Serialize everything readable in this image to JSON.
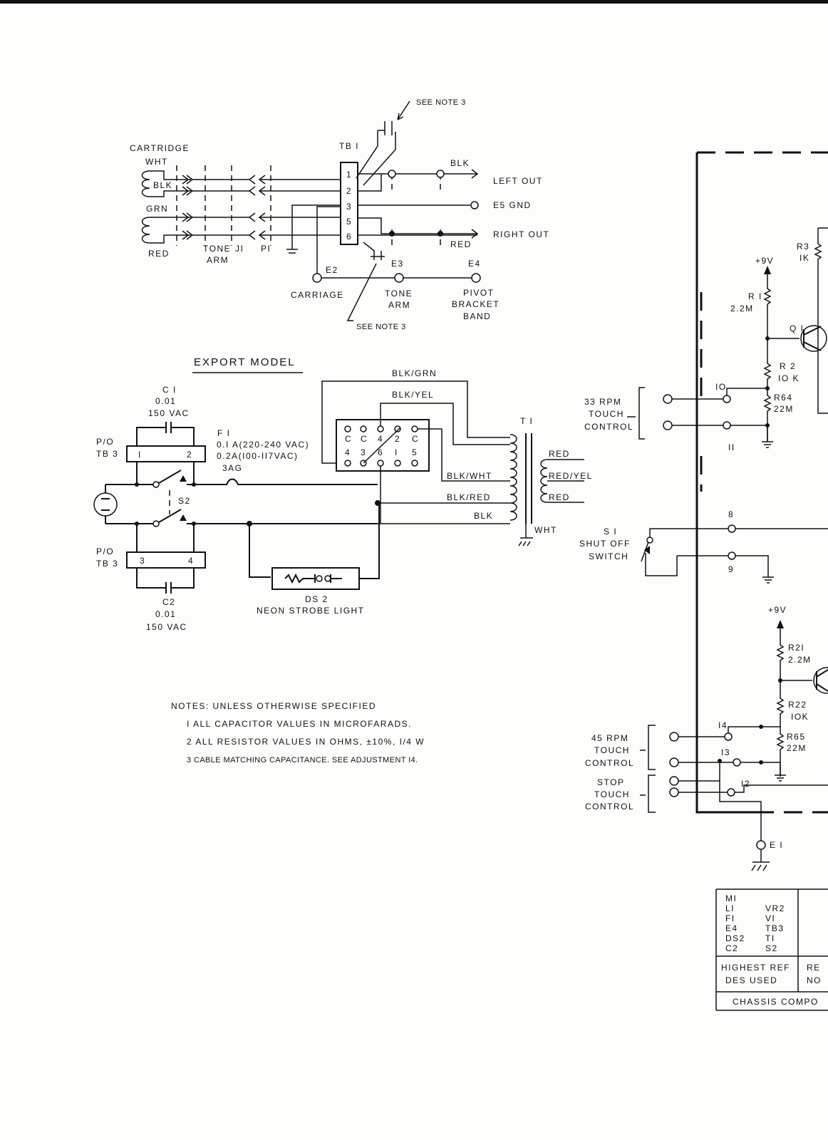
{
  "cartridge": {
    "title": "CARTRIDGE",
    "wht": "WHT",
    "blk": "BLK",
    "grn": "GRN",
    "red": "RED"
  },
  "tone_arm": {
    "label": "TONE",
    "label2": "ARM",
    "j1": "JI",
    "p1": "PI"
  },
  "tb1": {
    "label": "TB I",
    "pins": [
      "1",
      "2",
      "3",
      "5",
      "6"
    ]
  },
  "audio": {
    "blk": "BLK",
    "left_out": "LEFT OUT",
    "e5_gnd": "E5 GND",
    "red": "RED",
    "right_out": "RIGHT OUT",
    "note_top": "SEE NOTE 3",
    "note_bottom": "SEE NOTE 3"
  },
  "ground_points": {
    "e2": "E2",
    "e3": "E3",
    "e4": "E4",
    "carriage": "CARRIAGE",
    "tone": "TONE",
    "arm": "ARM",
    "pivot": "PIVOT",
    "bracket": "BRACKET",
    "band": "BAND"
  },
  "export": {
    "title": "EXPORT MODEL",
    "c1": "C I",
    "c1_val": "0.01",
    "c1_v": "150 VAC",
    "po_tb3_top": "P/O",
    "tb3_top": "TB 3",
    "f1": "F I",
    "f1_a": "0.I A(220-240 VAC)",
    "f1_b": "0.2A(I00-II7VAC)",
    "f1_c": "3AG",
    "tb3_t1": "I",
    "tb3_t2": "2",
    "tb3_t3": "3",
    "tb3_t4": "4",
    "s2": "S2",
    "po_tb3_bot": "P/O",
    "tb3_bot": "TB 3",
    "c2": "C2",
    "c2_val": "0.01",
    "c2_v": "150 VAC",
    "ds2": "DS 2",
    "ds2_name": "NEON STROBE LIGHT",
    "sel_row1": [
      "C",
      "C",
      "4",
      "2",
      "C"
    ],
    "sel_row2": [
      "4",
      "3",
      "6",
      "I",
      "5"
    ],
    "blk_grn": "BLK/GRN",
    "blk_yel": "BLK/YEL",
    "blk_wht": "BLK/WHT",
    "blk_red": "BLK/RED",
    "blk": "BLK",
    "t1": "T I",
    "red": "RED",
    "red_yel": "RED/YEL",
    "red2": "RED",
    "wht": "WHT"
  },
  "notes": {
    "title": "NOTES: UNLESS OTHERWISE SPECIFIED",
    "items": [
      "I  ALL CAPACITOR VALUES IN MICROFARADS.",
      "2  ALL RESISTOR VALUES IN OHMS, ±10%, I/4 W",
      "3  CABLE MATCHING CAPACITANCE. SEE ADJUSTMENT I4."
    ]
  },
  "control": {
    "r3": "R3",
    "r3_val": "IK",
    "p9v_a": "+9V",
    "r1": "R I",
    "r1_val": "2.2M",
    "q1": "Q I",
    "r2": "R 2",
    "r2_val": "IO K",
    "n10": "IO",
    "r64": "R64",
    "r64_val": "22M",
    "n11": "II",
    "rpm33_a": "33 RPM",
    "rpm33_b": "TOUCH",
    "rpm33_c": "CONTROL",
    "s1": "S I",
    "s1_b": "SHUT OFF",
    "s1_c": "SWITCH",
    "n8": "8",
    "n9": "9",
    "p9v_b": "+9V",
    "r21": "R2I",
    "r21_val": "2.2M",
    "r22": "R22",
    "r22_val": "IOK",
    "n14": "I4",
    "r65": "R65",
    "r65_val": "22M",
    "n13": "I3",
    "n12": "I2",
    "rpm45_a": "45 RPM",
    "rpm45_b": "TOUCH",
    "rpm45_c": "CONTROL",
    "stop_a": "STOP",
    "stop_b": "TOUCH",
    "stop_c": "CONTROL",
    "e1": "E I"
  },
  "table": {
    "col1": [
      "MI",
      "LI",
      "FI",
      "E4",
      "DS2",
      "C2"
    ],
    "col2": [
      "VR2",
      "VI",
      "TB3",
      "TI",
      "S2"
    ],
    "h1": "HIGHEST REF",
    "h2": "DES USED",
    "h3": "RE",
    "h4": "NO",
    "footer": "CHASSIS COMPO"
  }
}
